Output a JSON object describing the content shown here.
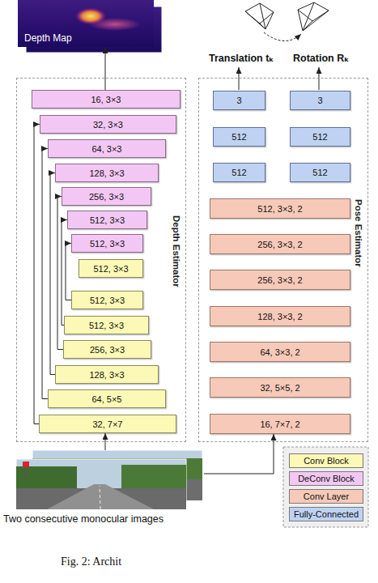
{
  "diagram": {
    "caption": "Fig. 2: Archit",
    "nodes": [
      {
        "text": [
          "Depth Map"
        ]
      },
      {
        "text": [
          "Depth Estimator"
        ]
      },
      {
        "text": [
          "16, 3×3"
        ],
        "in": 1
      },
      {
        "text": [
          "32, 3×3"
        ],
        "in": 1
      },
      {
        "text": [
          "64, 3×3"
        ],
        "in": 1
      },
      {
        "text": [
          "128, 3×3"
        ],
        "in": 1
      },
      {
        "text": [
          "256, 3×3"
        ],
        "in": 1
      },
      {
        "text": [
          "512, 3×3"
        ],
        "in": 1
      },
      {
        "text": [
          "512, 3×3"
        ],
        "in": 1
      },
      {
        "text": [
          "512, 3×3"
        ],
        "in": 1
      },
      {
        "text": [
          "512, 3×3"
        ],
        "in": 1
      },
      {
        "text": [
          "512, 3×3"
        ],
        "in": 1
      },
      {
        "text": [
          "256, 3×3"
        ],
        "in": 1
      },
      {
        "text": [
          "128, 3×3"
        ],
        "in": 1
      },
      {
        "text": [
          "64, 5×5"
        ],
        "in": 1
      },
      {
        "text": [
          "32, 7×7"
        ],
        "in": 1
      },
      {
        "text": [
          "Pose Estimator"
        ]
      },
      {
        "text": [
          "3"
        ],
        "in": 16
      },
      {
        "text": [
          "3"
        ],
        "in": 16
      },
      {
        "text": [
          "512"
        ],
        "in": 16
      },
      {
        "text": [
          "512"
        ],
        "in": 16
      },
      {
        "text": [
          "512"
        ],
        "in": 16
      },
      {
        "text": [
          "512"
        ],
        "in": 16
      },
      {
        "text": [
          "512, 3×3, 2"
        ],
        "in": 16
      },
      {
        "text": [
          "256, 3×3, 2"
        ],
        "in": 16
      },
      {
        "text": [
          "256, 3×3, 2"
        ],
        "in": 16
      },
      {
        "text": [
          "128, 3×3, 2"
        ],
        "in": 16
      },
      {
        "text": [
          "64, 3×3, 2"
        ],
        "in": 16
      },
      {
        "text": [
          "32, 5×5, 2"
        ],
        "in": 16
      },
      {
        "text": [
          "16, 7×7, 2"
        ],
        "in": 16
      },
      {
        "text": [
          "Two consecutive monocular images"
        ]
      }
    ],
    "edges": [
      {
        "from": 2,
        "to": 0,
        "arrow": "to"
      },
      {
        "from": 15,
        "to": 3,
        "arrow": "to"
      },
      {
        "from": 14,
        "to": 4,
        "arrow": "to"
      },
      {
        "from": 13,
        "to": 5,
        "arrow": "to"
      },
      {
        "from": 12,
        "to": 6,
        "arrow": "to"
      },
      {
        "from": 11,
        "to": 7,
        "arrow": "to"
      },
      {
        "from": 10,
        "to": 8,
        "arrow": "to"
      },
      {
        "from": 30,
        "to": 15,
        "arrow": "to"
      },
      {
        "from": 30,
        "to": 29,
        "arrow": "to"
      }
    ],
    "labels": [
      "Translation tₖ",
      "Rotation Rₖ"
    ],
    "legend": [
      {
        "text": "Conv Block",
        "color": "#fbf9b5"
      },
      {
        "text": "DeConv Block",
        "color": "#f3c7f3"
      },
      {
        "text": "Conv Layer",
        "color": "#f7c9b8"
      },
      {
        "text": "Fully-Connected",
        "color": "#bfd2f2"
      }
    ]
  }
}
